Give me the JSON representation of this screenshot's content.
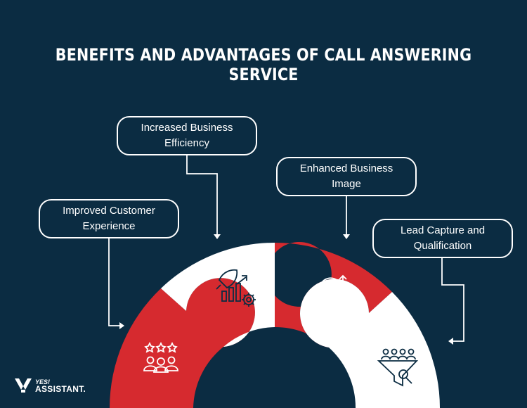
{
  "title": "BENEFITS AND ADVANTAGES OF CALL ANSWERING SERVICE",
  "colors": {
    "background": "#0b2c42",
    "red": "#d62a2f",
    "white": "#ffffff"
  },
  "benefits": [
    {
      "label": "Increased Business Efficiency",
      "icon": "rocket-growth-gear-icon",
      "segment_color": "white"
    },
    {
      "label": "Enhanced Business Image",
      "icon": "lightbulb-gear-icon",
      "segment_color": "red"
    },
    {
      "label": "Improved Customer Experience",
      "icon": "rated-customers-icon",
      "segment_color": "red"
    },
    {
      "label": "Lead Capture and Qualification",
      "icon": "lead-funnel-icon",
      "segment_color": "white"
    }
  ],
  "logo": {
    "small": "YES!",
    "big": "ASSISTANT."
  }
}
